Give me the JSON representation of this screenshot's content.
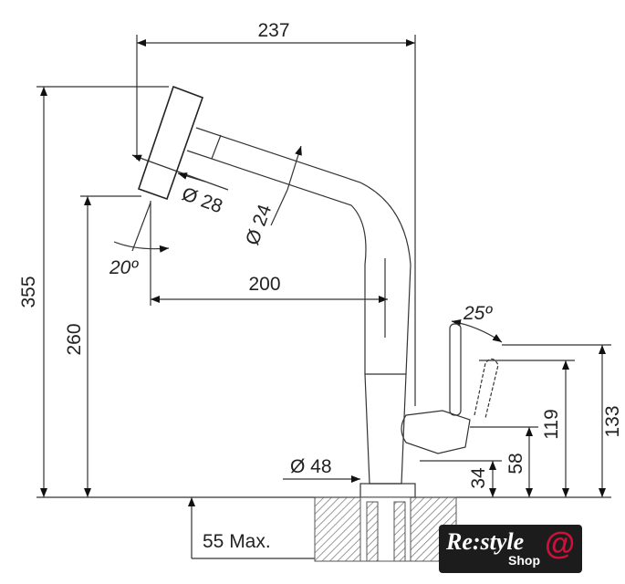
{
  "dimensions": {
    "width_total": "237",
    "height_total": "355",
    "spout_height": "260",
    "reach": "200",
    "head_diameter": "Ø 28",
    "spout_diameter": "Ø 24",
    "head_angle": "20º",
    "lever_angle": "25º",
    "lever_height_top": "133",
    "lever_height": "119",
    "joint_height": "58",
    "base_height": "34",
    "base_diameter": "Ø 48",
    "counter_thickness": "55 Max."
  },
  "logo": {
    "brand": "Re:style",
    "sub": "Shop"
  }
}
